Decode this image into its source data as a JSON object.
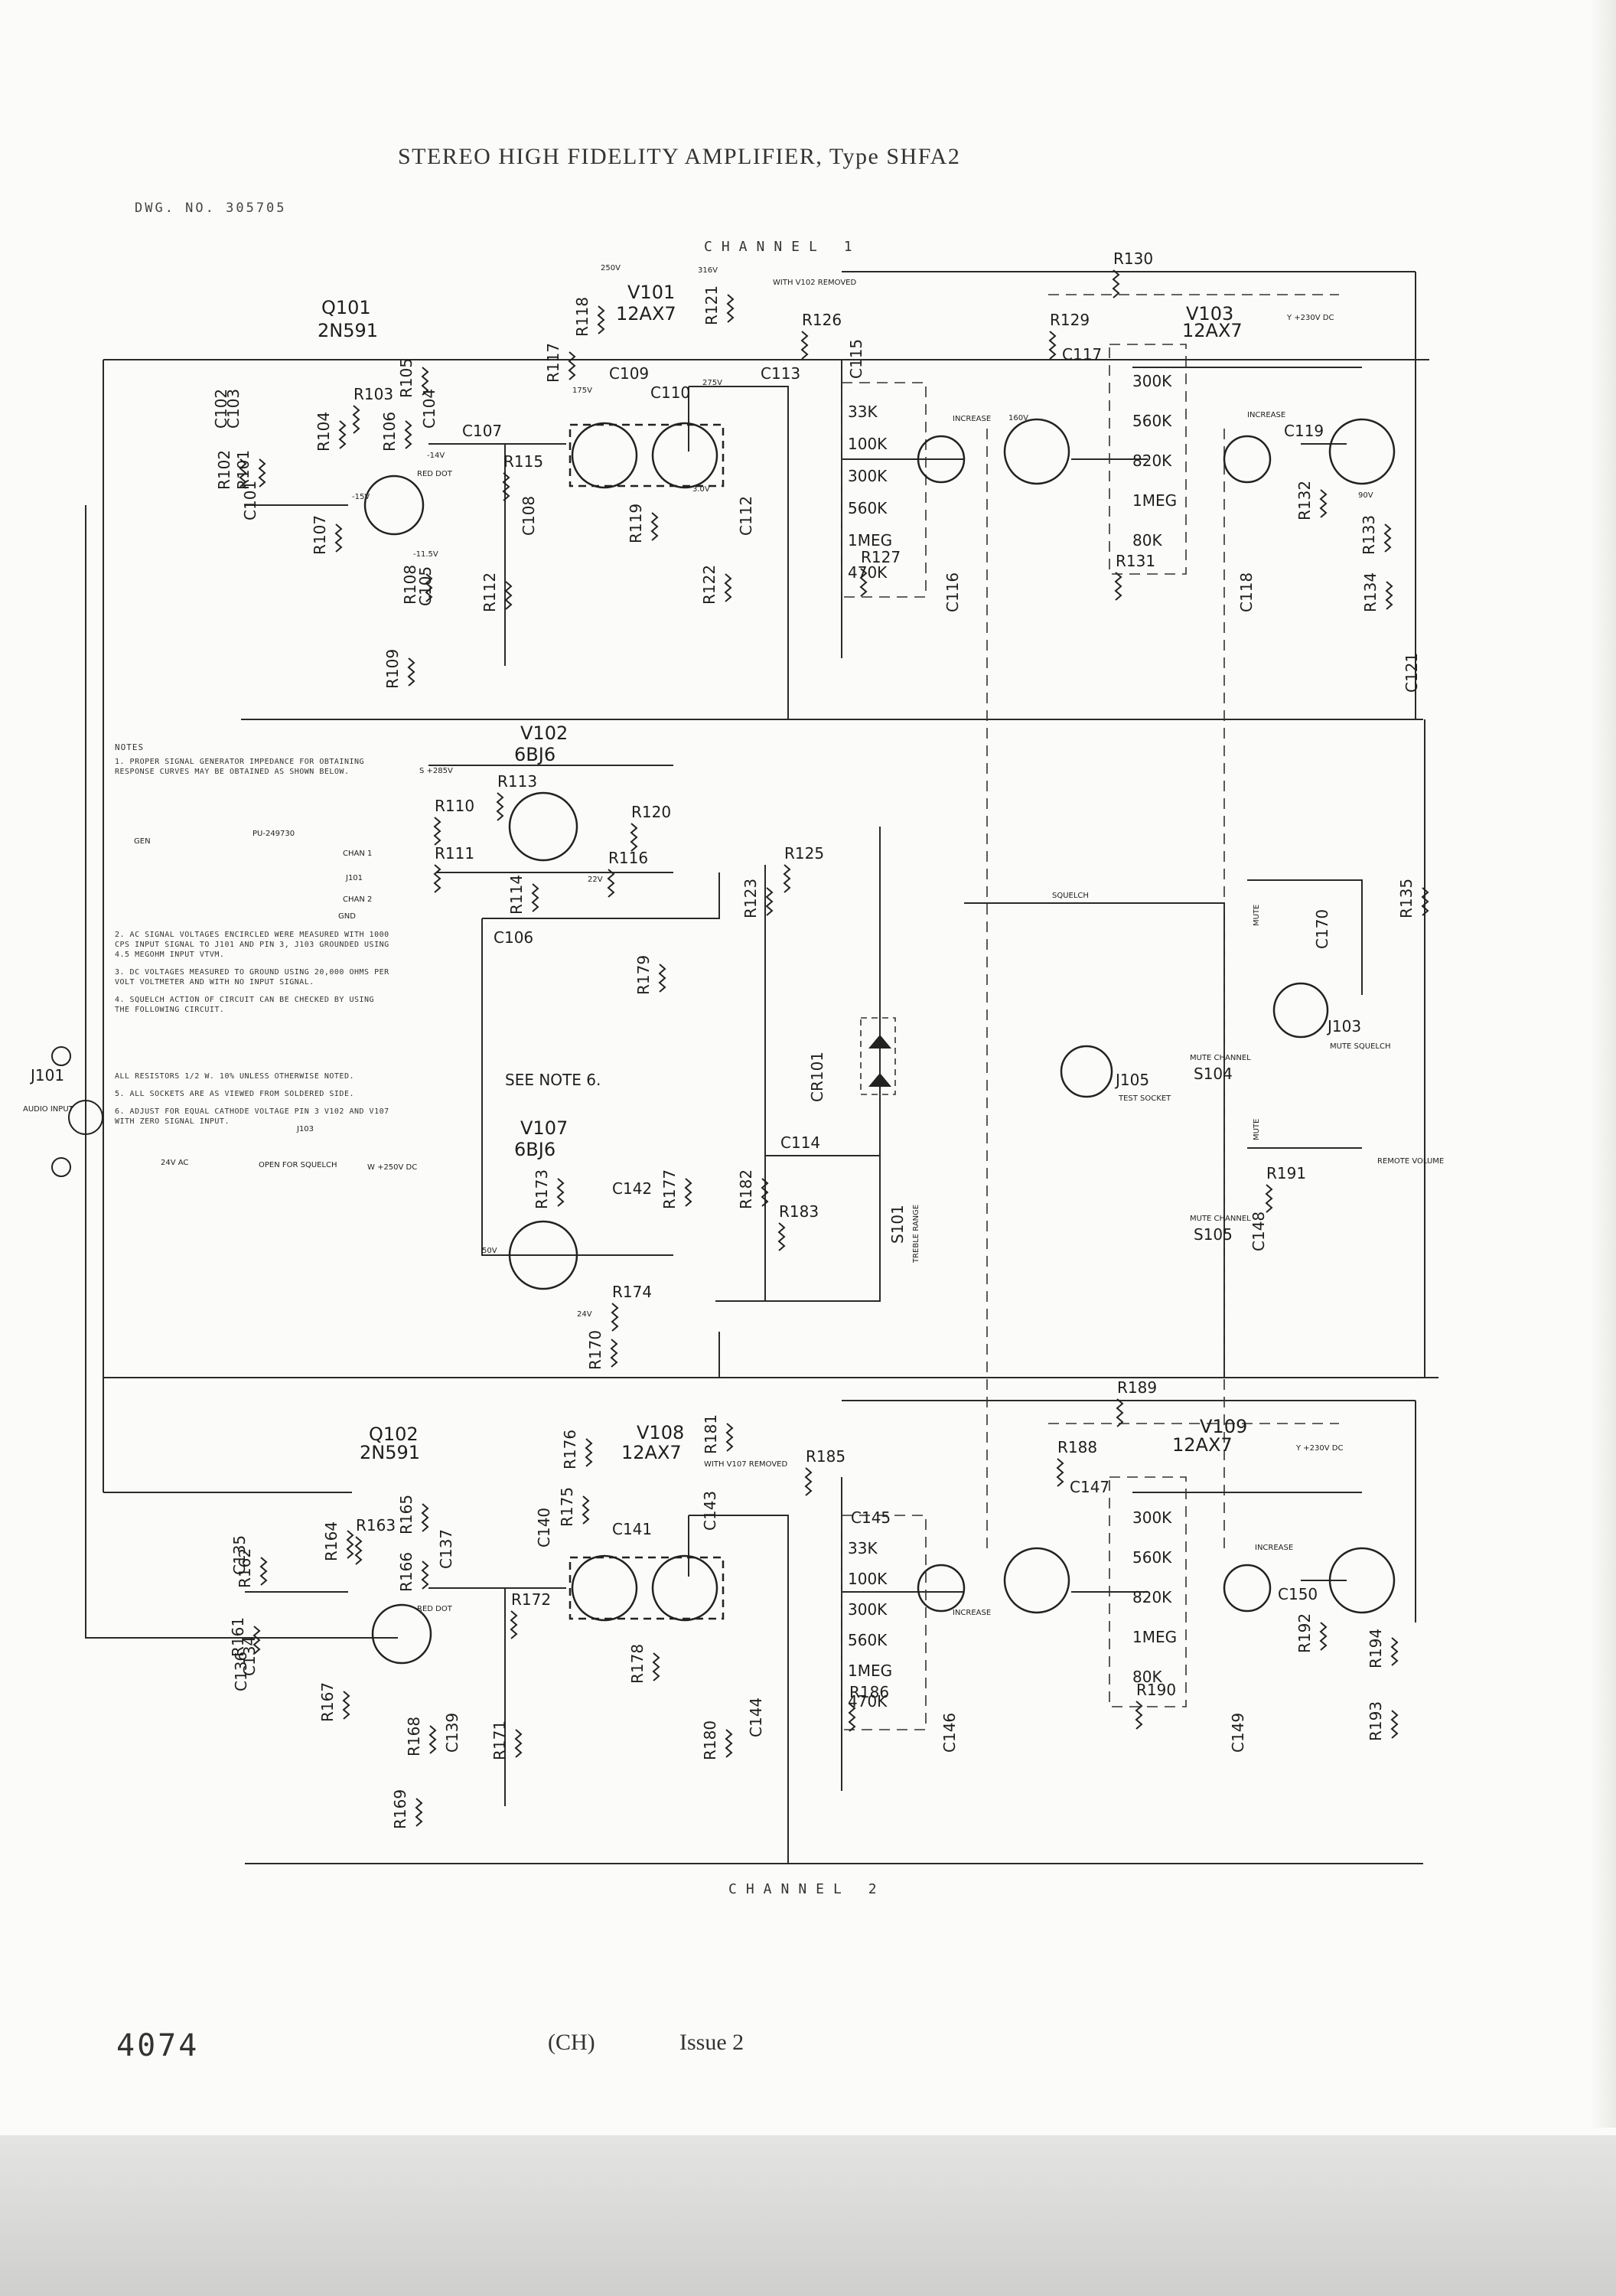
{
  "document": {
    "title": "STEREO HIGH FIDELITY AMPLIFIER, Type SHFA2",
    "drawing_number": "DWG. NO. 305705",
    "channel_1_label": "CHANNEL 1",
    "channel_2_label": "CHANNEL 2",
    "page_number": "4074",
    "section_code": "(CH)",
    "issue": "Issue 2"
  },
  "notes": {
    "heading": "NOTES",
    "items": [
      "1. Proper signal generator impedance for obtaining response curves may be obtained as shown below.",
      "2. AC signal voltages encircled were measured with 1000 cps input signal to J101 and pin 3, J103 grounded using 4.5 megohm input VTVM.",
      "3. DC voltages measured to ground using 20,000 ohms per volt voltmeter and with no input signal.",
      "4. Squelch action of circuit can be checked by using the following circuit.",
      "All resistors 1/2 W. 10% unless otherwise noted.",
      "5. All sockets are as viewed from soldered side.",
      "6. Adjust for equal cathode voltage pin 3 V102 and V107 with zero signal input."
    ]
  },
  "components": {
    "transistors": [
      {
        "ref": "Q101",
        "type": "2N591"
      },
      {
        "ref": "Q102",
        "type": "2N591"
      }
    ],
    "tubes": [
      {
        "ref": "V101",
        "type": "12AX7"
      },
      {
        "ref": "V102",
        "type": "6BJ6"
      },
      {
        "ref": "V103",
        "type": "12AX7"
      },
      {
        "ref": "V107",
        "type": "6BJ6"
      },
      {
        "ref": "V108",
        "type": "12AX7"
      },
      {
        "ref": "V109",
        "type": "12AX7"
      }
    ],
    "connectors": [
      {
        "ref": "J101",
        "label": "AUDIO INPUT"
      },
      {
        "ref": "J103",
        "label": "MUTE SQUELCH"
      },
      {
        "ref": "J105",
        "label": "TEST SOCKET"
      }
    ],
    "switches": [
      {
        "ref": "S104",
        "label": "MUTE CHANNEL"
      },
      {
        "ref": "S105",
        "label": "MUTE CHANNEL"
      },
      {
        "ref": "S101",
        "label": "TREBLE RANGE"
      }
    ],
    "diode": {
      "ref": "CR101"
    }
  },
  "channel_1_labels": {
    "resistors": [
      "R101",
      "R102",
      "R103",
      "R104",
      "R105",
      "R106",
      "R107",
      "R108",
      "R109",
      "R112",
      "R115",
      "R117",
      "R118",
      "R119",
      "R121",
      "R122",
      "R126",
      "R127",
      "R129",
      "R130",
      "R131",
      "R132",
      "R133",
      "R134",
      "R135"
    ],
    "capacitors": [
      "C101",
      "C102",
      "C103",
      "C104",
      "C105",
      "C107",
      "C108",
      "C109",
      "C110",
      "C112",
      "C113",
      "C115",
      "C116",
      "C117",
      "C118",
      "C119",
      "C121"
    ]
  },
  "center_labels": {
    "resistors": [
      "R110",
      "R111",
      "R113",
      "R114",
      "R116",
      "R120",
      "R123",
      "R125",
      "R170",
      "R173",
      "R174",
      "R177",
      "R179",
      "R182",
      "R183",
      "R191"
    ],
    "capacitors": [
      "C106",
      "C114",
      "C140",
      "C142",
      "C148",
      "C170"
    ]
  },
  "channel_2_labels": {
    "resistors": [
      "R161",
      "R162",
      "R163",
      "R164",
      "R165",
      "R166",
      "R167",
      "R168",
      "R169",
      "R171",
      "R172",
      "R175",
      "R176",
      "R178",
      "R180",
      "R181",
      "R185",
      "R186",
      "R188",
      "R189",
      "R190",
      "R192",
      "R193",
      "R194"
    ],
    "capacitors": [
      "C134",
      "C135",
      "C136",
      "C137",
      "C139",
      "C141",
      "C143",
      "C144",
      "C145",
      "C146",
      "C147",
      "C149",
      "C150"
    ]
  },
  "tone_taps": {
    "treble_values": [
      "33K",
      "100K",
      "300K",
      "560K",
      "1MEG",
      "470K"
    ],
    "bass_values": [
      "300K",
      "560K",
      "820K",
      "1MEG",
      "80K"
    ],
    "treble_values_ch2": [
      "33K",
      "100K",
      "300K",
      "560K",
      "1MEG",
      "470K"
    ],
    "bass_values_ch2": [
      "300K",
      "560K",
      "820K",
      "1MEG",
      "80K"
    ]
  },
  "annotations": {
    "see_note": "SEE NOTE 6.",
    "squelch": "SQUELCH",
    "remote_volume": "REMOTE VOLUME",
    "with_v102_removed": "WITH V102 REMOVED",
    "with_v107_removed": "WITH V107 REMOVED",
    "increase": "INCREASE",
    "mute": "MUTE",
    "red_dot": "RED DOT",
    "open_for_squelch": "OPEN FOR SQUELCH",
    "ac_24v": "24V AC",
    "w_250v": "W +250V DC",
    "s_285v": "S +285V",
    "y_230v": "Y +230V DC",
    "pu_label": "PU-249730",
    "gen": "GEN",
    "gnd": "GND",
    "chan1": "CHAN 1",
    "chan2": "CHAN 2",
    "notes_j101": "J101",
    "notes_j103": "J103"
  },
  "voltages": {
    "v_250v": "250V",
    "v_316v": "316V",
    "v_275v": "275V",
    "v_175v": "175V",
    "v_3v": "3.0V",
    "v_160v": "160V",
    "v_90v": "90V",
    "v_14v": "-14V",
    "v_15v": "-15V",
    "v_115v": "-11.5V",
    "v_22v": "22V",
    "v_24v": "24V",
    "v_50v": "50V"
  }
}
